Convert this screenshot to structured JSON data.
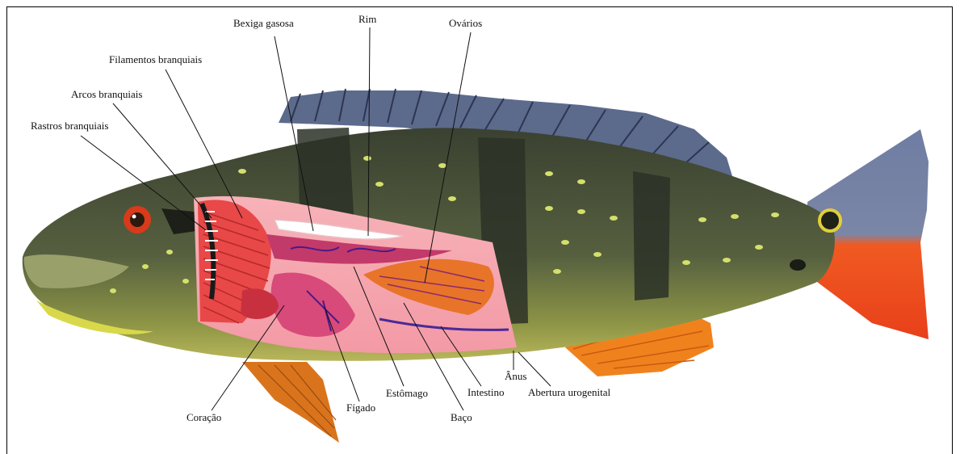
{
  "labels": {
    "bexiga_gasosa": "Bexiga gasosa",
    "rim": "Rim",
    "ovarios": "Ovários",
    "filamentos_branquiais": "Filamentos branquiais",
    "arcos_branquiais": "Arcos branquiais",
    "rastros_branquiais": "Rastros branquiais",
    "coracao": "Coração",
    "figado": "Fígado",
    "estomago": "Estômago",
    "baco": "Baço",
    "intestino": "Intestino",
    "anus": "Ânus",
    "abertura_urogenital": "Abertura urogenital"
  },
  "colors": {
    "body": "#4f5a3e",
    "back": "#3b4232",
    "belly": "#a8a84a",
    "bands": "#2f3529",
    "fin_orange": "#f07a1f",
    "caudal_red": "#f04a1c",
    "dorsal_blue": "#5a6a8a",
    "cavity": "#f07a88",
    "gills": "#e84a4a",
    "spots": "#d8e06a"
  }
}
